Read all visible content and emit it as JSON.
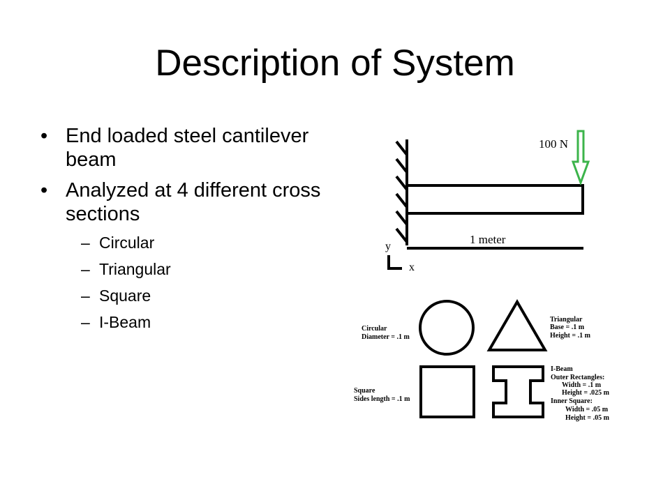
{
  "title": "Description of System",
  "bullets": [
    {
      "text": "End loaded steel cantilever beam"
    },
    {
      "text": "Analyzed at 4 different cross sections"
    }
  ],
  "sub_items": [
    "Circular",
    "Triangular",
    "Square",
    "I-Beam"
  ],
  "beam": {
    "load_label": "100 N",
    "length_label": "1 meter",
    "axis_y": "y",
    "axis_x": "x",
    "arrow_color": "#3cb44b"
  },
  "sections": {
    "circular": [
      "Circular",
      "Diameter = .1 m"
    ],
    "triangular": [
      "Triangular",
      "Base = .1 m",
      "Height = .1 m"
    ],
    "square": [
      "Square",
      "Sides length = .1 m"
    ],
    "ibeam": [
      "I-Beam",
      "Outer Rectangles:",
      "Width = .1 m",
      "Height = .025 m",
      "Inner Square:",
      "Width = .05 m",
      "Height = .05 m"
    ]
  }
}
